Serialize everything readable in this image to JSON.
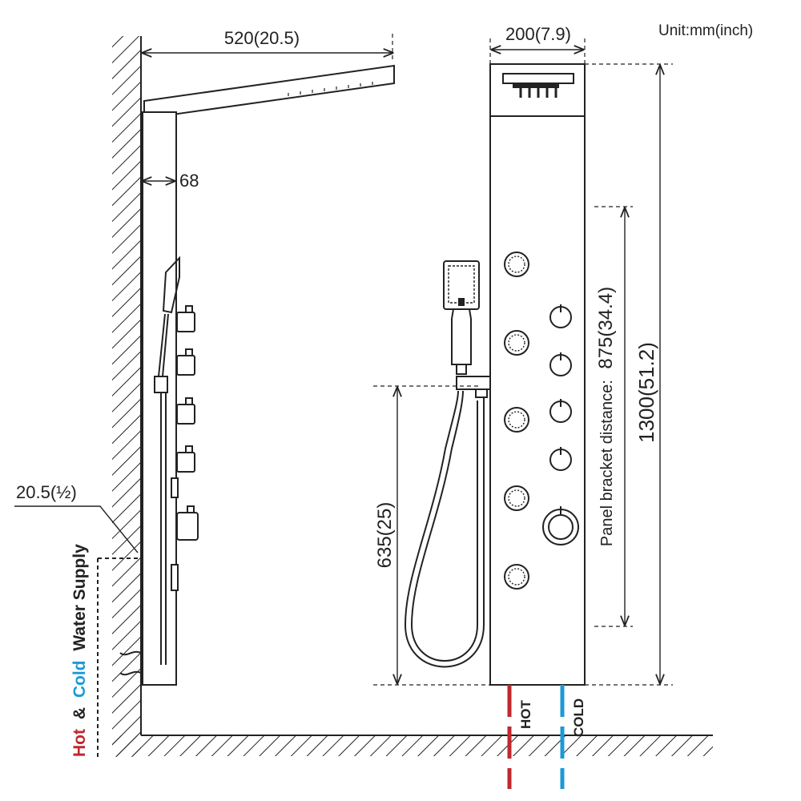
{
  "unit_note": "Unit:mm(inch)",
  "side_view": {
    "arm_length": "520(20.5)",
    "panel_offset": "68",
    "pipe_size": "20.5(½)",
    "supply_label": {
      "hot": "Hot",
      "amp": "&",
      "cold": "Cold",
      "rest": "Water Supply"
    }
  },
  "front_view": {
    "panel_width": "200(7.9)",
    "panel_height": "1300(51.2)",
    "bracket_distance_prefix": "Panel bracket distance:",
    "bracket_distance_value": "875(34.4)",
    "handshower_height": "635(25)",
    "hot_pipe_label": "HOT",
    "cold_pipe_label": "COLD"
  },
  "colors": {
    "hot": "#c0282d",
    "cold": "#1b9ad6",
    "line": "#222222"
  }
}
